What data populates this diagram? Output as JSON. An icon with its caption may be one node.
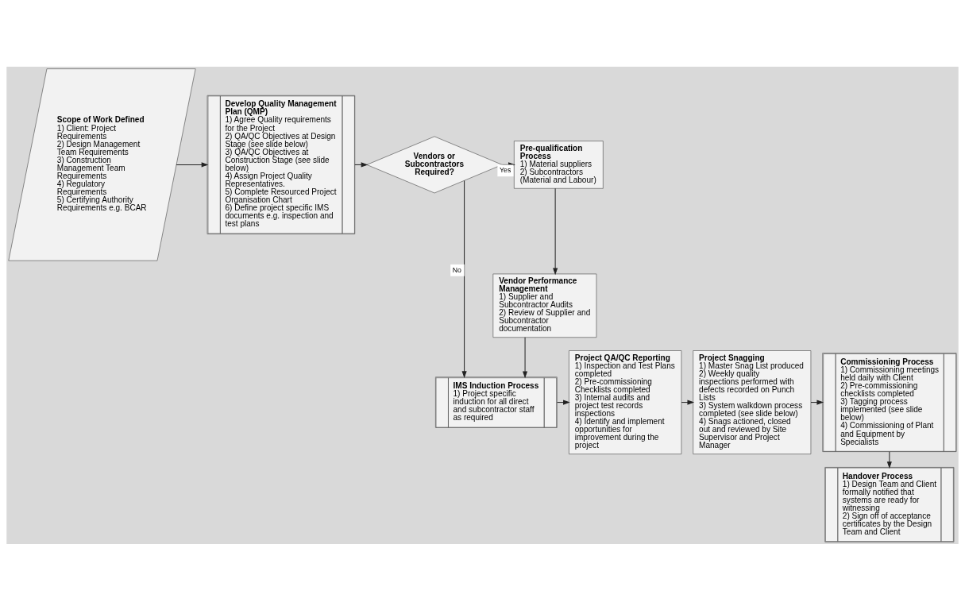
{
  "diagram": {
    "nodes": [
      {
        "text": [
          "Scope of Work Defined",
          "1) Client: Project Requirements",
          "2) Design Management Team Requirements",
          "3) Construction Management Team Requirements",
          "4) Regulatory Requirements",
          "5) Certifying Authority Requirements e.g. BCAR"
        ]
      },
      {
        "text": [
          "Develop Quality Management Plan (QMP)",
          "1) Agree Quality requirements for the Project",
          "2) QA/QC Objectives at Design Stage (see slide below)",
          "3) QA/QC Objectives at Construction Stage (see slide below)",
          "4) Assign Project Quality Representatives.",
          "5) Complete Resourced Project Organisation Chart",
          "6) Define project specific IMS documents e.g. inspection and test plans"
        ]
      },
      {
        "text": [
          "Vendors or Subcontractors Required?"
        ]
      },
      {
        "text": [
          "Pre-qualification Process",
          "1) Material suppliers",
          "2) Subcontractors (Material and Labour)"
        ]
      },
      {
        "text": [
          "Vendor Performance Management",
          "1) Supplier and Subcontractor Audits",
          "2) Review of Supplier and Subcontractor documentation"
        ]
      },
      {
        "text": [
          "IMS Induction Process",
          "1) Project specific induction for all direct and subcontractor staff as required"
        ]
      },
      {
        "text": [
          "Project QA/QC Reporting",
          "1) Inspection and Test Plans completed",
          "2) Pre-commissioning Checklists completed",
          "3) Internal audits and project test records inspections",
          "4) Identify and implement opportunities for improvement during the project"
        ]
      },
      {
        "text": [
          "Project Snagging",
          "1) Master Snag List produced",
          "2) Weekly quality inspections performed with defects recorded on Punch Lists",
          "3) System walkdown process completed (see slide below)",
          "4) Snags actioned, closed out and reviewed by Site Supervisor and Project Manager"
        ]
      },
      {
        "text": [
          "Commissioning Process",
          "1) Commissioning meetings held daily with Client",
          "2) Pre-commissioning checklists completed",
          "3) Tagging process implemented (see slide below)",
          "4) Commissioning of Plant and Equipment by Specialists"
        ]
      },
      {
        "text": [
          "Handover Process",
          "1) Design Team and Client formally notified that systems are ready for witnessing",
          "2) Sign off of acceptance certificates by the Design Team and Client"
        ]
      }
    ],
    "edges": [
      {
        "from": 0,
        "to": 1,
        "arrow": "to"
      },
      {
        "from": 1,
        "to": 2,
        "arrow": "to"
      },
      {
        "from": 2,
        "to": 3,
        "arrow": "to",
        "label": "Yes"
      },
      {
        "from": 3,
        "to": 4,
        "arrow": "to"
      },
      {
        "from": 2,
        "to": 5,
        "arrow": "to",
        "label": "No"
      },
      {
        "from": 4,
        "to": 5,
        "arrow": "to"
      },
      {
        "from": 5,
        "to": 6,
        "arrow": "to"
      },
      {
        "from": 6,
        "to": 7,
        "arrow": "to"
      },
      {
        "from": 7,
        "to": 8,
        "arrow": "to"
      },
      {
        "from": 8,
        "to": 9,
        "arrow": "to"
      }
    ]
  }
}
